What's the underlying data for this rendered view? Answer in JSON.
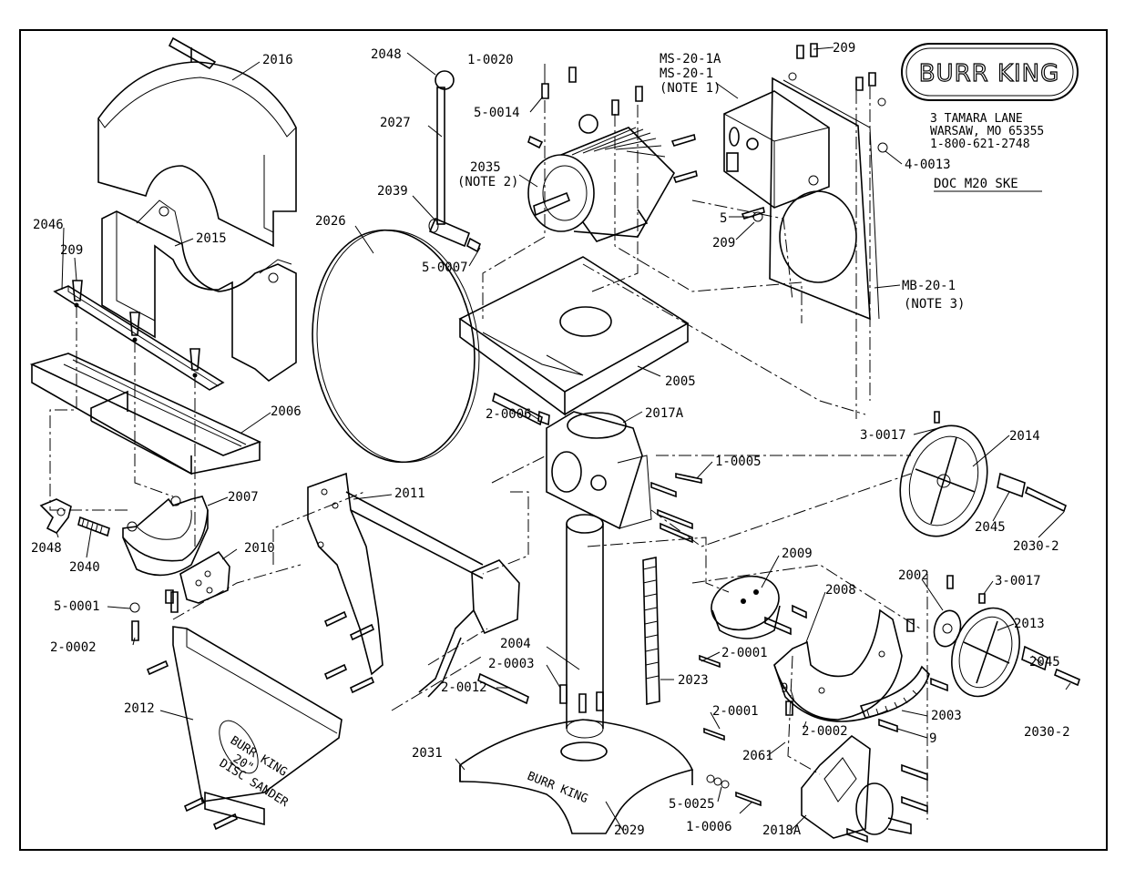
{
  "brand": "BURR KING",
  "address": [
    "3 TAMARA LANE",
    "WARSAW, MO   65355",
    "1-800-621-2748"
  ],
  "doc_label": "DOC M20 SKE",
  "base_imprint": "BURR KING",
  "guard_plate": [
    "BURR KING",
    "20\"",
    "DISC SANDER"
  ],
  "callouts": [
    {
      "id": "c2016",
      "text": "2016"
    },
    {
      "id": "c2048a",
      "text": "2048"
    },
    {
      "id": "c2027",
      "text": "2027"
    },
    {
      "id": "c1-0020",
      "text": "1-0020"
    },
    {
      "id": "c5-0014",
      "text": "5-0014"
    },
    {
      "id": "cms1a",
      "text": "MS-20-1A"
    },
    {
      "id": "cms1",
      "text": "MS-20-1"
    },
    {
      "id": "cnote1",
      "text": "(NOTE 1)"
    },
    {
      "id": "c209a",
      "text": "209"
    },
    {
      "id": "c2035",
      "text": "2035"
    },
    {
      "id": "cnote2",
      "text": "(NOTE 2)"
    },
    {
      "id": "c4-0013",
      "text": "4-0013"
    },
    {
      "id": "c2039",
      "text": "2039"
    },
    {
      "id": "c2026",
      "text": "2026"
    },
    {
      "id": "c5",
      "text": "5"
    },
    {
      "id": "c209b",
      "text": "209"
    },
    {
      "id": "c2046",
      "text": "2046"
    },
    {
      "id": "c2015",
      "text": "2015"
    },
    {
      "id": "c209c",
      "text": "209"
    },
    {
      "id": "c5-0007",
      "text": "5-0007"
    },
    {
      "id": "cmb",
      "text": "MB-20-1"
    },
    {
      "id": "cnote3",
      "text": "(NOTE 3)"
    },
    {
      "id": "c2005",
      "text": "2005"
    },
    {
      "id": "c2006",
      "text": "2006"
    },
    {
      "id": "c2-0006",
      "text": "2-0006"
    },
    {
      "id": "c2017a",
      "text": "2017A"
    },
    {
      "id": "c3-0017a",
      "text": "3-0017"
    },
    {
      "id": "c2014",
      "text": "2014"
    },
    {
      "id": "c1-0005",
      "text": "1-0005"
    },
    {
      "id": "c2011",
      "text": "2011"
    },
    {
      "id": "c2007",
      "text": "2007"
    },
    {
      "id": "c2045a",
      "text": "2045"
    },
    {
      "id": "c2030a",
      "text": "2030-2"
    },
    {
      "id": "c2048b",
      "text": "2048"
    },
    {
      "id": "c2040",
      "text": "2040"
    },
    {
      "id": "c2010",
      "text": "2010"
    },
    {
      "id": "c2009",
      "text": "2009"
    },
    {
      "id": "c2002",
      "text": "2002"
    },
    {
      "id": "c3-0017b",
      "text": "3-0017"
    },
    {
      "id": "c2008",
      "text": "2008"
    },
    {
      "id": "c2013",
      "text": "2013"
    },
    {
      "id": "c5-0001",
      "text": "5-0001"
    },
    {
      "id": "c2-0002a",
      "text": "2-0002"
    },
    {
      "id": "c2004",
      "text": "2004"
    },
    {
      "id": "c2-0001a",
      "text": "2-0001"
    },
    {
      "id": "c2-0003",
      "text": "2-0003"
    },
    {
      "id": "c2023",
      "text": "2023"
    },
    {
      "id": "c2045b",
      "text": "2045"
    },
    {
      "id": "c2-0012",
      "text": "2-0012"
    },
    {
      "id": "c2012",
      "text": "2012"
    },
    {
      "id": "c2-0001b",
      "text": "2-0001"
    },
    {
      "id": "c9a",
      "text": "9"
    },
    {
      "id": "c2003",
      "text": "2003"
    },
    {
      "id": "c2030b",
      "text": "2030-2"
    },
    {
      "id": "c2-0002b",
      "text": "2-0002"
    },
    {
      "id": "c9b",
      "text": "9"
    },
    {
      "id": "c2061",
      "text": "2061"
    },
    {
      "id": "c2031",
      "text": "2031"
    },
    {
      "id": "c5-0025",
      "text": "5-0025"
    },
    {
      "id": "c1-0006",
      "text": "1-0006"
    },
    {
      "id": "c2029",
      "text": "2029"
    },
    {
      "id": "c2018a",
      "text": "2018A"
    }
  ]
}
